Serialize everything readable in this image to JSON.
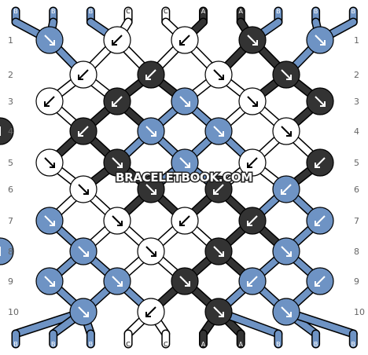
{
  "watermark": "BRACELETBOOK.COM",
  "colors": {
    "A": "#333333",
    "B": "#6e93c4",
    "C": "#ffffff"
  },
  "strings_top": [
    "B",
    "B",
    "B",
    "C",
    "C",
    "A",
    "A",
    "B",
    "B",
    "B"
  ],
  "strings_bottom": [
    "B",
    "B",
    "B",
    "C",
    "C",
    "A",
    "A",
    "B",
    "B",
    "B"
  ],
  "row_labels": [
    "1",
    "2",
    "3",
    "4",
    "5",
    "6",
    "7",
    "8",
    "9",
    "10"
  ],
  "knots": [
    [
      {
        "c": "B",
        "d": "se"
      },
      {
        "c": "C",
        "d": "sw"
      },
      {
        "c": "C",
        "d": "sw"
      },
      {
        "c": "A",
        "d": "se"
      },
      {
        "c": "B",
        "d": "se"
      }
    ],
    [
      {
        "c": "C",
        "d": "sw"
      },
      {
        "c": "A",
        "d": "sw"
      },
      {
        "c": "C",
        "d": "se"
      },
      {
        "c": "A",
        "d": "se"
      }
    ],
    [
      {
        "c": "C",
        "d": "sw"
      },
      {
        "c": "A",
        "d": "sw"
      },
      {
        "c": "B",
        "d": "se"
      },
      {
        "c": "C",
        "d": "se"
      },
      {
        "c": "A",
        "d": "se"
      }
    ],
    [
      {
        "c": "A",
        "d": "sw"
      },
      {
        "c": "B",
        "d": "se"
      },
      {
        "c": "B",
        "d": "se"
      },
      {
        "c": "C",
        "d": "se"
      },
      {
        "c": "A",
        "d": "se"
      }
    ],
    [
      {
        "c": "C",
        "d": "se"
      },
      {
        "c": "A",
        "d": "se"
      },
      {
        "c": "B",
        "d": "se"
      },
      {
        "c": "C",
        "d": "sw"
      },
      {
        "c": "A",
        "d": "sw"
      }
    ],
    [
      {
        "c": "C",
        "d": "se"
      },
      {
        "c": "A",
        "d": "se"
      },
      {
        "c": "A",
        "d": "sw"
      },
      {
        "c": "B",
        "d": "sw"
      }
    ],
    [
      {
        "c": "B",
        "d": "se"
      },
      {
        "c": "C",
        "d": "se"
      },
      {
        "c": "C",
        "d": "sw"
      },
      {
        "c": "A",
        "d": "sw"
      },
      {
        "c": "B",
        "d": "sw"
      }
    ],
    [
      {
        "c": "B",
        "d": "se"
      },
      {
        "c": "C",
        "d": "se"
      },
      {
        "c": "A",
        "d": "se"
      },
      {
        "c": "B",
        "d": "se"
      },
      {
        "c": "B",
        "d": "se"
      }
    ],
    [
      {
        "c": "B",
        "d": "se"
      },
      {
        "c": "B",
        "d": "se"
      },
      {
        "c": "A",
        "d": "se"
      },
      {
        "c": "B",
        "d": "sw"
      },
      {
        "c": "B",
        "d": "sw"
      }
    ],
    [
      {
        "c": "B",
        "d": "se"
      },
      {
        "c": "C",
        "d": "sw"
      },
      {
        "c": "A",
        "d": "se"
      },
      {
        "c": "B",
        "d": "se"
      }
    ]
  ]
}
